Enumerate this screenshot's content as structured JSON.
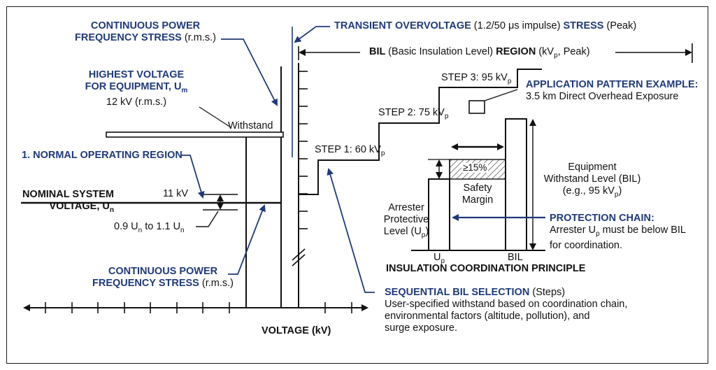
{
  "colors": {
    "accent": "#1f3a78",
    "ink": "#111111",
    "hatch": "#555555"
  },
  "labels": {
    "cont_top_l1": "CONTINUOUS POWER",
    "cont_top_l2": "FREQUENCY STRESS",
    "cont_top_l2_suffix": "(r.m.s.)",
    "um_l1": "HIGHEST VOLTAGE",
    "um_l2": "FOR EQUIPMENT, U",
    "um_sub": "m",
    "um_l3": "12 kV (r.m.s.)",
    "withstand": "Withstand",
    "normal_region": "1. NORMAL OPERATING REGION",
    "nominal_l1": "NOMINAL SYSTEM",
    "nominal_l2": "VOLTAGE, U",
    "nominal_sub": "n",
    "v11": "11 kV",
    "range_a": "0.9 U",
    "range_a_sub": "n",
    "range_mid": " to 1.1 U",
    "range_b_sub": "n",
    "cont_bot_l1": "CONTINUOUS POWER",
    "cont_bot_l2": "FREQUENCY STRESS",
    "cont_bot_l2_suffix": "(r.m.s.)",
    "voltage_axis": "VOLTAGE (kV)",
    "transient_a": "TRANSIENT OVERVOLTAGE",
    "transient_b": "(1.2/50 μs impulse)",
    "transient_c": "STRESS",
    "transient_d": "(Peak)",
    "bil_a": "BIL",
    "bil_b": "(Basic Insulation Level)",
    "bil_c": "REGION",
    "bil_d": "(kV",
    "bil_d_sub": "p",
    "bil_e": ", Peak)",
    "step1": "STEP 1: 60 kV",
    "step1_sub": "p",
    "step2": "STEP 2: 75 kV",
    "step2_sub": "p",
    "step3": "STEP 3: 95 kV",
    "step3_sub": "p",
    "app_l1": "APPLICATION PATTERN EXAMPLE:",
    "app_l2": "3.5 km Direct Overhead Exposure",
    "margin_pct": "≥15%",
    "safety_l1": "Safety",
    "safety_l2": "Margin",
    "arrester_l1": "Arrester",
    "arrester_l2": "Protective",
    "arrester_l3a": "Level (U",
    "arrester_l3_sub": "p",
    "arrester_l3b": ")",
    "equip_l1": "Equipment",
    "equip_l2": "Withstand Level (BIL)",
    "equip_l3a": "(e.g., 95 kV",
    "equip_l3_sub": "p",
    "equip_l3b": ")",
    "chain_title": "PROTECTION CHAIN:",
    "chain_l1a": "Arrester U",
    "chain_l1_sub": "p",
    "chain_l1b": " must be below BIL",
    "chain_l2": "for coordination.",
    "up_tick": "U",
    "up_tick_sub": "p",
    "bil_tick": "BIL",
    "principle": "INSULATION COORDINATION PRINCIPLE",
    "seq_a": "SEQUENTIAL BIL SELECTION",
    "seq_b": "(Steps)",
    "seq_l2": "User-specified withstand based on coordination chain,",
    "seq_l3": "environmental factors (altitude, pollution), and",
    "seq_l4": "surge exposure."
  }
}
